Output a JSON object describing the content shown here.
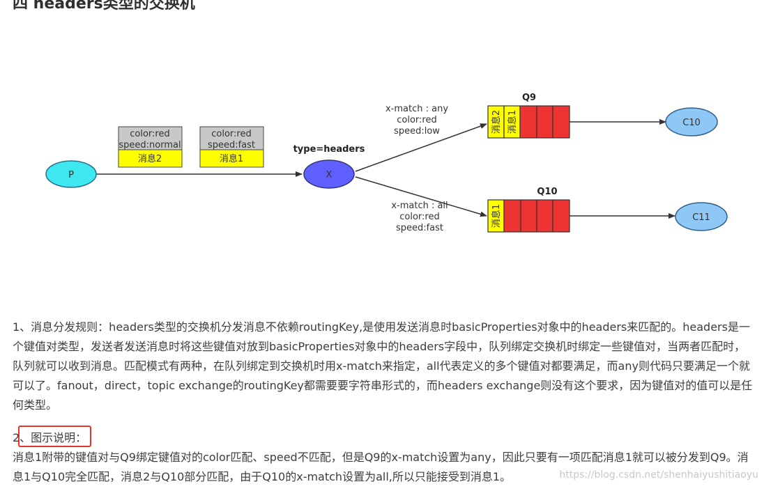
{
  "heading": "四 headers类型的交换机",
  "diagram": {
    "producer": "P",
    "exchange": "X",
    "exchange_type": "type=headers",
    "messages": [
      {
        "header1": "color:red",
        "header2": "speed:normal",
        "label": "消息2"
      },
      {
        "header1": "color:red",
        "header2": "speed:fast",
        "label": "消息1"
      }
    ],
    "binding_q9": [
      "x-match : any",
      "color:red",
      "speed:low"
    ],
    "binding_q10": [
      "x-match : all",
      "color:red",
      "speed:fast"
    ],
    "queue_q9": {
      "name": "Q9",
      "cells": [
        "消息2",
        "消息1"
      ]
    },
    "queue_q10": {
      "name": "Q10",
      "cells": [
        "消息1"
      ]
    },
    "consumer_c10": "C10",
    "consumer_c11": "C11",
    "colors": {
      "producer": "#3de8f0",
      "exchange": "#6060ff",
      "consumer": "#8fc7f7",
      "queue_cell": "#ee3333",
      "message_cell": "#ffff00",
      "header_bg": "#c8c8c8"
    }
  },
  "paragraph1": "1、消息分发规则：headers类型的交换机分发消息不依赖routingKey,是使用发送消息时basicProperties对象中的headers来匹配的。headers是一个键值对类型，发送者发送消息时将这些键值对放到basicProperties对象中的headers字段中，队列绑定交换机时绑定一些键值对，当两者匹配时，队列就可以收到消息。匹配模式有两种，在队列绑定到交换机时用x-match来指定，all代表定义的多个键值对都要满足，而any则代码只要满足一个就可以了。fanout，direct，topic exchange的routingKey都需要要字符串形式的，而headers exchange则没有这个要求，因为键值对的值可以是任何类型。",
  "paragraph2_label": "2、图示说明：",
  "paragraph2": "消息1附带的键值对与Q9绑定键值对的color匹配、speed不匹配，但是Q9的x-match设置为any，因此只要有一项匹配消息1就可以被分发到Q9。消息1与Q10完全匹配，消息2与Q10部分匹配，由于Q10的x-match设置为all,所以只能接受到消息1。",
  "watermark": "https://blog.csdn.net/shenhaiyushitiaoyu"
}
